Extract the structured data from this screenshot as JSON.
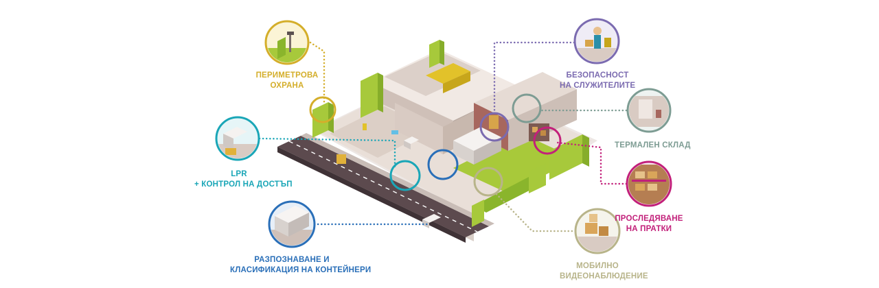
{
  "labels": {
    "perimeter": {
      "line1": "ПЕРИМЕТРОВА",
      "line2": "ОХРАНА",
      "color": "#d4ae2a"
    },
    "lpr": {
      "line1": "LPR",
      "line2": "+ КОНТРОЛ НА ДОСТЪП",
      "color": "#1aa6b7"
    },
    "containers": {
      "line1": "РАЗПОЗНАВАНЕ И",
      "line2": "КЛАСИФИКАЦИЯ НА КОНТЕЙНЕРИ",
      "color": "#2a6fb8"
    },
    "employees": {
      "line1": "БЕЗОПАСНОСТ",
      "line2": "НА СЛУЖИТЕЛИТЕ",
      "color": "#7b6bb0"
    },
    "thermal": {
      "line1": "ТЕРМАЛЕН СКЛАД",
      "color": "#7d9c93"
    },
    "tracking": {
      "line1": "ПРОСЛЕДЯВАНЕ",
      "line2": "НА ПРАТКИ",
      "color": "#c2207a"
    },
    "mobile": {
      "line1": "МОБИЛНО",
      "line2": "ВИДЕОНАБЛЮДЕНИЕ",
      "color": "#b8b48a"
    }
  },
  "icons": {
    "perimeter": "fence-camera-icon",
    "lpr": "truck-gate-icon",
    "containers": "container-truck-icon",
    "employees": "worker-icon",
    "thermal": "cold-storage-icon",
    "tracking": "shelf-parcels-icon",
    "mobile": "boxes-icon"
  }
}
